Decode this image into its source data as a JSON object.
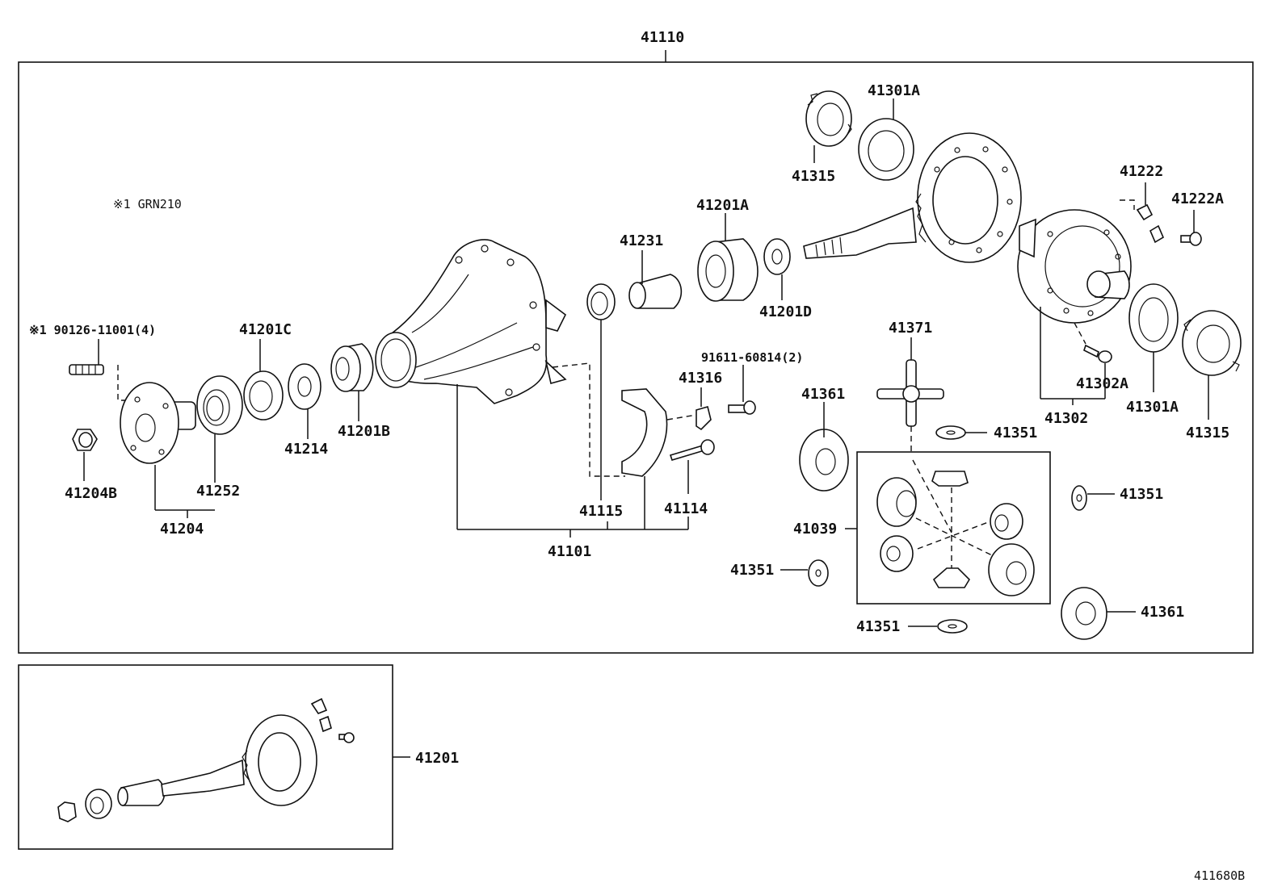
{
  "labels": {
    "assembly": "41110",
    "note": "※1 GRN210",
    "stud": "※1 90126-11001(4)",
    "p41201C": "41201C",
    "p41204B": "41204B",
    "p41252": "41252",
    "p41204": "41204",
    "p41214": "41214",
    "p41201B": "41201B",
    "p41231": "41231",
    "p41201A": "41201A",
    "p41201D": "41201D",
    "p41315_top": "41315",
    "p41301A_top": "41301A",
    "p41222": "41222",
    "p41222A": "41222A",
    "p41316": "41316",
    "bolt": "91611-60814(2)",
    "p41115": "41115",
    "p41114": "41114",
    "p41101": "41101",
    "p41371": "41371",
    "p41361_left": "41361",
    "p41351_a": "41351",
    "p41351_b": "41351",
    "p41351_c": "41351",
    "p41351_d": "41351",
    "p41039": "41039",
    "p41302A": "41302A",
    "p41302": "41302",
    "p41301A_right": "41301A",
    "p41315_right": "41315",
    "p41361_right": "41361",
    "p41201": "41201",
    "figure_code": "411680B"
  }
}
